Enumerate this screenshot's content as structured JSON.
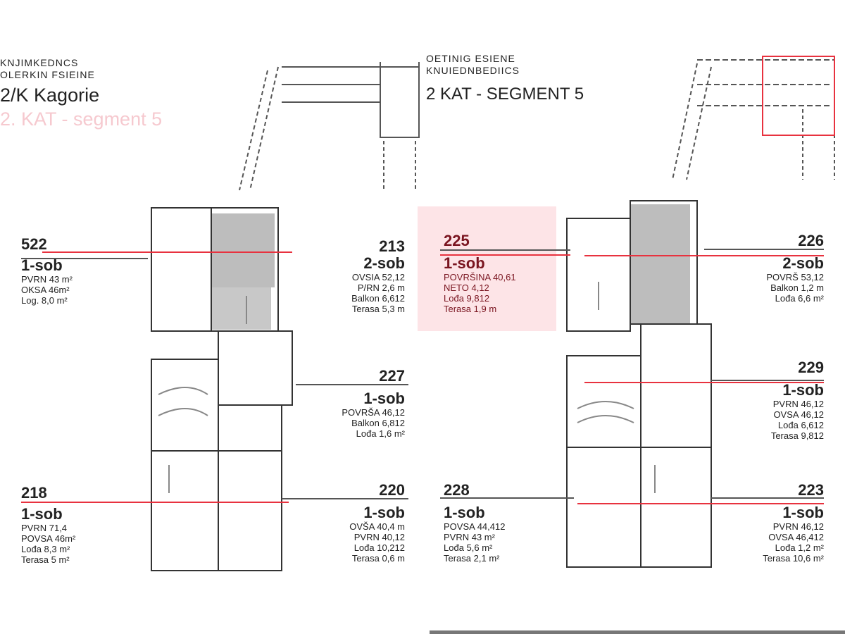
{
  "header": {
    "caption_line1": "KNJIMKEDNCS",
    "caption_line2": "OLERKIN FSIEINE",
    "title": "2/K Kagorie",
    "ghost_title": "2. KAT - segment 5"
  },
  "keyplan": {
    "caption_line1": "OETINIG ESIENE",
    "caption_line2": "KNUIEDNBEDIICS",
    "title": "2 KAT - SEGMENT 5"
  },
  "units": [
    {
      "num": "522",
      "rooms": "1-sob",
      "l1": "PVRN   43 m²",
      "l2": "OKSA  46m²",
      "l3": "Log.   8,0 m²"
    },
    {
      "num": "213",
      "rooms": "2-sob",
      "l1": "OVSIA  52,12",
      "l2": "P/RN   2,6 m",
      "l3": "Balkon  6,612",
      "l4": "Terasa  5,3 m"
    },
    {
      "num": "225",
      "rooms": "1-sob",
      "l1": "POVRŠINA 40,61",
      "l2": "NETO   4,12",
      "l3": "Lođa   9,812",
      "l4": "Terasa  1,9 m"
    },
    {
      "num": "226",
      "rooms": "2-sob",
      "l1": "POVRŠ  53,12",
      "l2": "Balkon  1,2 m",
      "l3": "Lođa   6,6 m²"
    },
    {
      "num": "227",
      "rooms": "1-sob",
      "l1": "POVRŠA  46,12",
      "l2": "Balkon  6,812",
      "l3": "Lođa   1,6 m²"
    },
    {
      "num": "229",
      "rooms": "1-sob",
      "l1": "PVRN   46,12",
      "l2": "OVSA  46,12",
      "l3": "Lođa   6,612",
      "l4": "Terasa  9,812"
    },
    {
      "num": "218",
      "rooms": "1-sob",
      "l1": "PVRN   71,4",
      "l2": "POVSA  46m²",
      "l3": "Lođa   8,3 m²",
      "l4": "Terasa  5 m²"
    },
    {
      "num": "220",
      "rooms": "1-sob",
      "l1": "OVŠA  40,4 m",
      "l2": "PVRN   40,12",
      "l3": "Lođa   10,212",
      "l4": "Terasa  0,6 m"
    },
    {
      "num": "228",
      "rooms": "1-sob",
      "l1": "POVSA  44,412",
      "l2": "PVRN   43 m²",
      "l3": "Lođa   5,6 m²",
      "l4": "Terasa  2,1 m²"
    },
    {
      "num": "223",
      "rooms": "1-sob",
      "l1": "PVRN   46,12",
      "l2": "OVSA  46,412",
      "l3": "Lođa   1,2 m²",
      "l4": "Terasa  10,6 m²"
    }
  ],
  "colors": {
    "accent": "#e8323f",
    "pink": "#fde4e7",
    "wall": "#333333",
    "fill": "#bdbdbd"
  }
}
